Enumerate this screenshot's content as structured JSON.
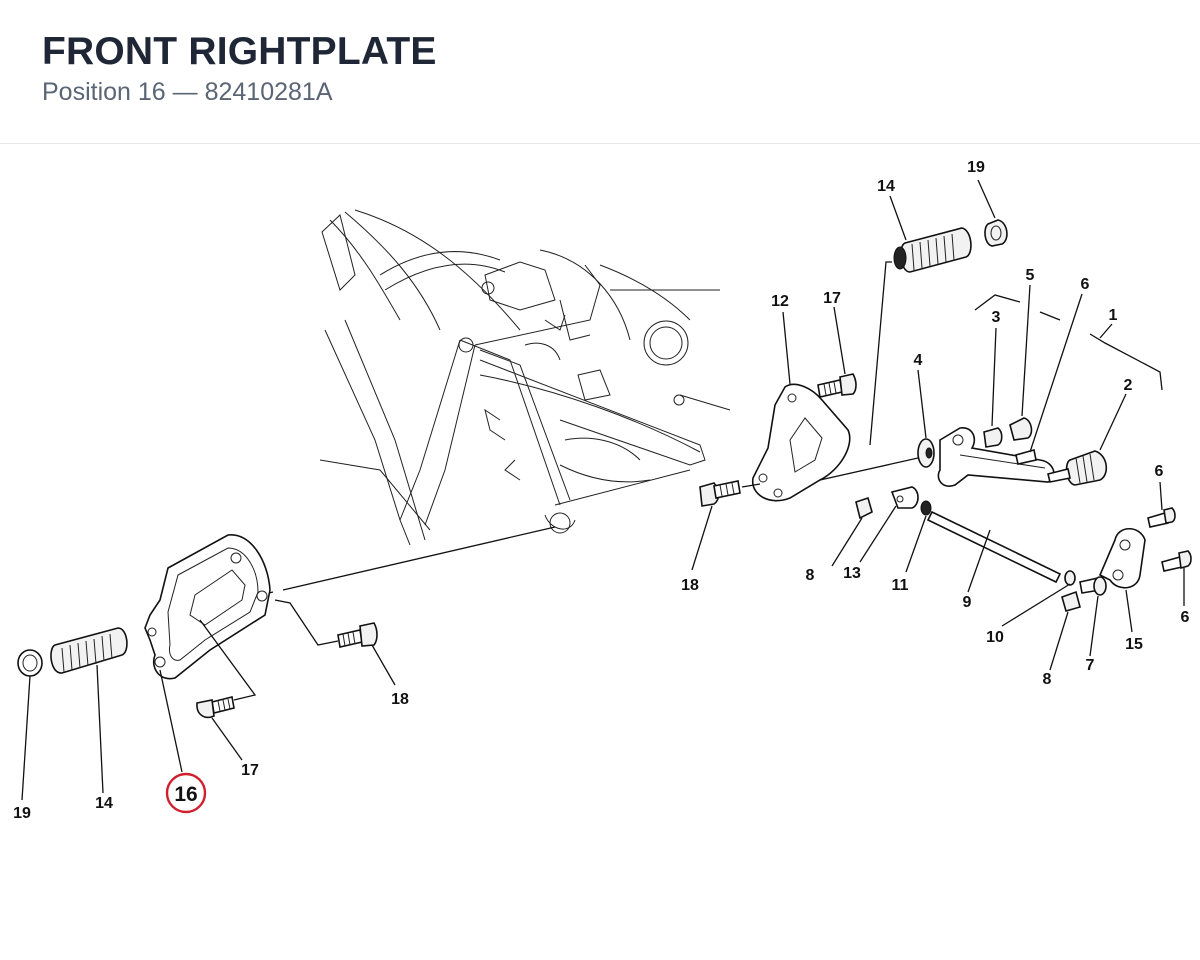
{
  "header": {
    "title": "FRONT RIGHTPLATE",
    "subtitle": "Position 16 — 82410281A"
  },
  "highlight": {
    "position": "16",
    "color": "#d0202e"
  },
  "colors": {
    "title": "#1f2737",
    "subtitle": "#5b6575",
    "line": "#111111"
  },
  "callouts": {
    "left_19": "19",
    "left_14": "14",
    "left_16": "16",
    "left_17": "17",
    "left_18": "18",
    "top_19": "19",
    "top_14": "14",
    "c12": "12",
    "c17": "17",
    "c18": "18",
    "c4": "4",
    "c3": "3",
    "c5": "5",
    "c6a": "6",
    "c1": "1",
    "c2": "2",
    "c6b": "6",
    "c6c": "6",
    "c8a": "8",
    "c13": "13",
    "c11": "11",
    "c9": "9",
    "c10": "10",
    "c8b": "8",
    "c7": "7",
    "c15": "15"
  }
}
